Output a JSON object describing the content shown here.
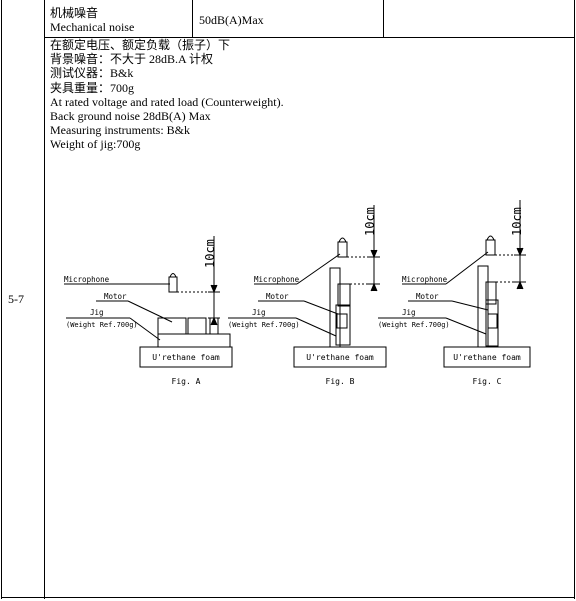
{
  "header": {
    "item_zh": "机械噪音",
    "item_en": "Mechanical noise",
    "value": "50dB(A)Max"
  },
  "row_number": "5-7",
  "conditions": [
    "在额定电压、额定负载（振子）下",
    "背景噪音：不大于 28dB.A 计权",
    "测试仪器：B&k",
    "夹具重量：700g",
    "At rated voltage and rated load (Counterweight).",
    "Back ground noise 28dB(A) Max",
    "Measuring instruments: B&k",
    "Weight of jig:700g"
  ],
  "figure_labels": {
    "microphone": "Microphone",
    "motor": "Motor",
    "jig": "Jig",
    "jig_weight": "(Weight Ref.700g)",
    "foam": "U'rethane foam",
    "distance": "10cm"
  },
  "figures": [
    {
      "caption": "Fig. A"
    },
    {
      "caption": "Fig. B"
    },
    {
      "caption": "Fig. C"
    }
  ]
}
